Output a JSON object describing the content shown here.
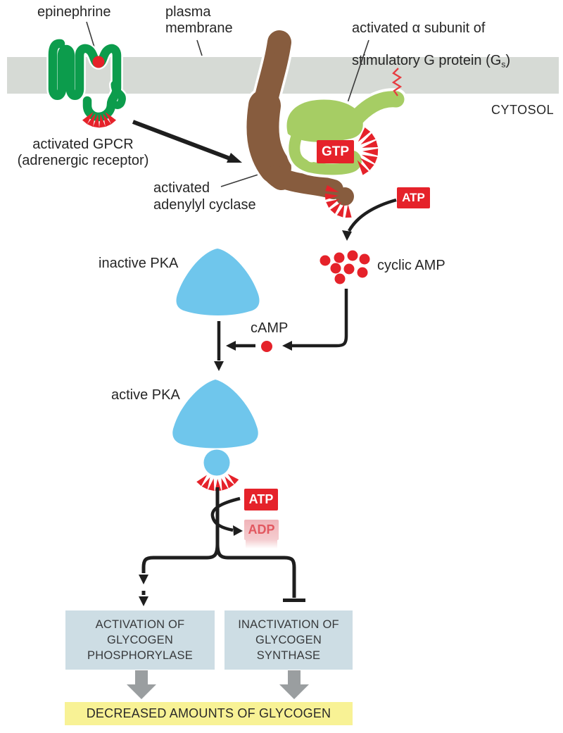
{
  "figure": {
    "labels": {
      "epinephrine": "epinephrine",
      "plasma_membrane": "plasma\nmembrane",
      "g_alpha_line1": "activated α subunit of",
      "g_alpha_line2_pre": "stimulatory G protein (G",
      "g_alpha_sub": "s",
      "g_alpha_line2_post": ")",
      "cytosol": "CYTOSOL",
      "activated_gpcr": "activated GPCR\n(adrenergic receptor)",
      "adenylyl_cyclase": "activated\nadenylyl cyclase",
      "inactive_pka": "inactive PKA",
      "active_pka": "active PKA",
      "cyclic_amp": "cyclic AMP",
      "camp": "cAMP"
    },
    "badges": {
      "gtp": "GTP",
      "atp_top": "ATP",
      "atp_bottom": "ATP",
      "adp": "ADP"
    },
    "boxes": {
      "left": "ACTIVATION OF\nGLYCOGEN\nPHOSPHORYLASE",
      "right": "INACTIVATION OF\nGLYCOGEN\nSYNTHASE",
      "result": "DECREASED AMOUNTS OF GLYCOGEN"
    },
    "colors": {
      "membrane_gray": "#d6dad5",
      "receptor_green": "#0c9c4c",
      "g_protein_green": "#a6cd64",
      "adenylyl_brown": "#875c3e",
      "signal_red": "#e5222a",
      "pka_blue": "#6fc6ec",
      "process_box_blue": "#cddde4",
      "result_box_yellow": "#f8f295",
      "block_arrow_gray": "#9a9ea0"
    }
  }
}
